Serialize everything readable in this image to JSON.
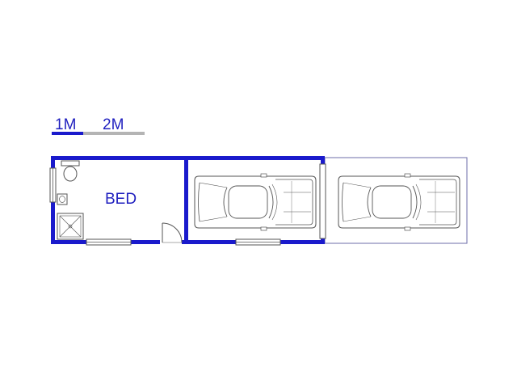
{
  "scale_bar": {
    "label_1": "1M",
    "label_2": "2M"
  },
  "rooms": {
    "bedroom": {
      "label": "BED"
    }
  },
  "colors": {
    "wall": "#1a1acc",
    "label": "#1f1fbf",
    "scale_dark": "#1a1acc",
    "scale_light": "#b4b4b4",
    "outline": "#6e6eaa",
    "line": "#555555"
  },
  "fixtures": {
    "icons": [
      "toilet-icon",
      "basin-icon",
      "shower-icon",
      "door-swing-icon",
      "window-icon",
      "car-icon"
    ]
  }
}
